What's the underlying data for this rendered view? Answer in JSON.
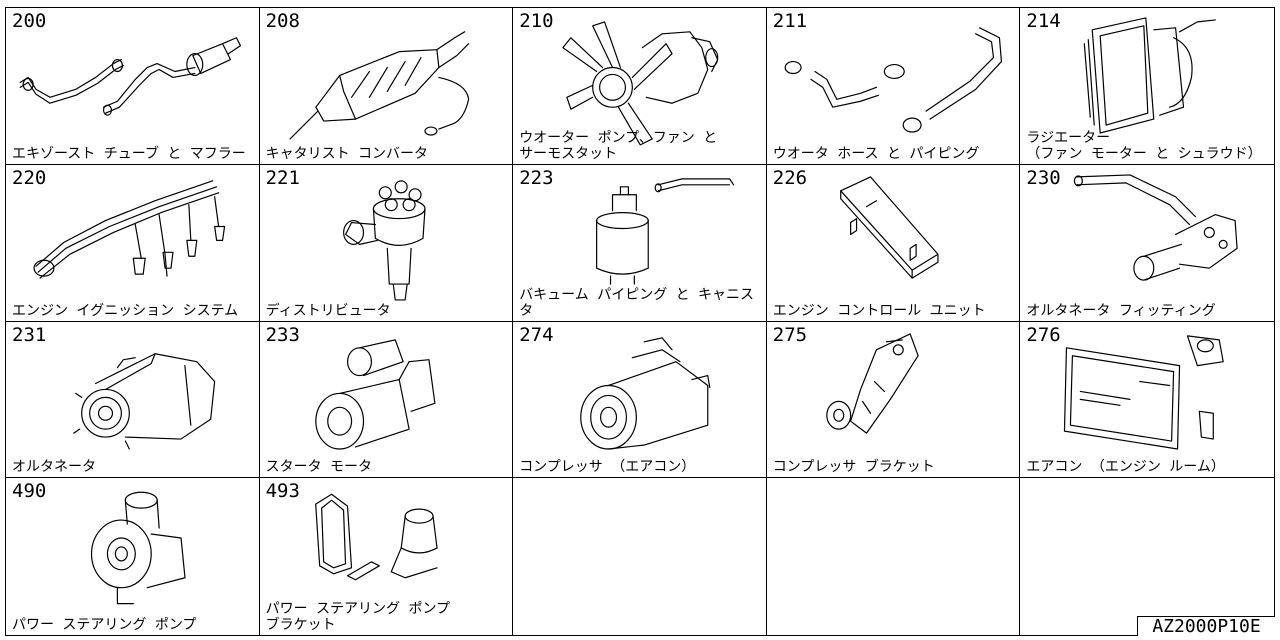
{
  "reference_code": "AZ2000P10E",
  "cells": [
    {
      "code": "200",
      "label": "エキゾースト チューブ と マフラー",
      "icon": "exhaust-muffler"
    },
    {
      "code": "208",
      "label": "キャタリスト コンバータ",
      "icon": "catalytic-converter"
    },
    {
      "code": "210",
      "label": "ウオーター ポンプ、ファン と\nサーモスタット",
      "icon": "water-pump-fan"
    },
    {
      "code": "211",
      "label": "ウオータ ホース と パイピング",
      "icon": "water-hose"
    },
    {
      "code": "214",
      "label": "ラジエーター\n（ファン モーター と シュラウド）",
      "icon": "radiator"
    },
    {
      "code": "220",
      "label": "エンジン イグニッション システム",
      "icon": "ignition-wires"
    },
    {
      "code": "221",
      "label": "ディストリビュータ",
      "icon": "distributor"
    },
    {
      "code": "223",
      "label": "バキューム パイピング と キャニスタ",
      "icon": "vacuum-canister"
    },
    {
      "code": "226",
      "label": "エンジン コントロール ユニット",
      "icon": "ecu"
    },
    {
      "code": "230",
      "label": "オルタネータ フィッティング",
      "icon": "alternator-bracket"
    },
    {
      "code": "231",
      "label": "オルタネータ",
      "icon": "alternator"
    },
    {
      "code": "233",
      "label": "スタータ モータ",
      "icon": "starter-motor"
    },
    {
      "code": "274",
      "label": "コンプレッサ （エアコン）",
      "icon": "ac-compressor"
    },
    {
      "code": "275",
      "label": "コンプレッサ ブラケット",
      "icon": "compressor-bracket"
    },
    {
      "code": "276",
      "label": "エアコン （エンジン ルーム）",
      "icon": "condenser"
    },
    {
      "code": "490",
      "label": "パワー ステアリング ポンプ",
      "icon": "ps-pump"
    },
    {
      "code": "493",
      "label": "パワー ステアリング ポンプ\nブラケット",
      "icon": "ps-pump-bracket"
    },
    {
      "code": "",
      "label": "",
      "icon": ""
    },
    {
      "code": "",
      "label": "",
      "icon": ""
    },
    {
      "code": "",
      "label": "",
      "icon": ""
    }
  ]
}
